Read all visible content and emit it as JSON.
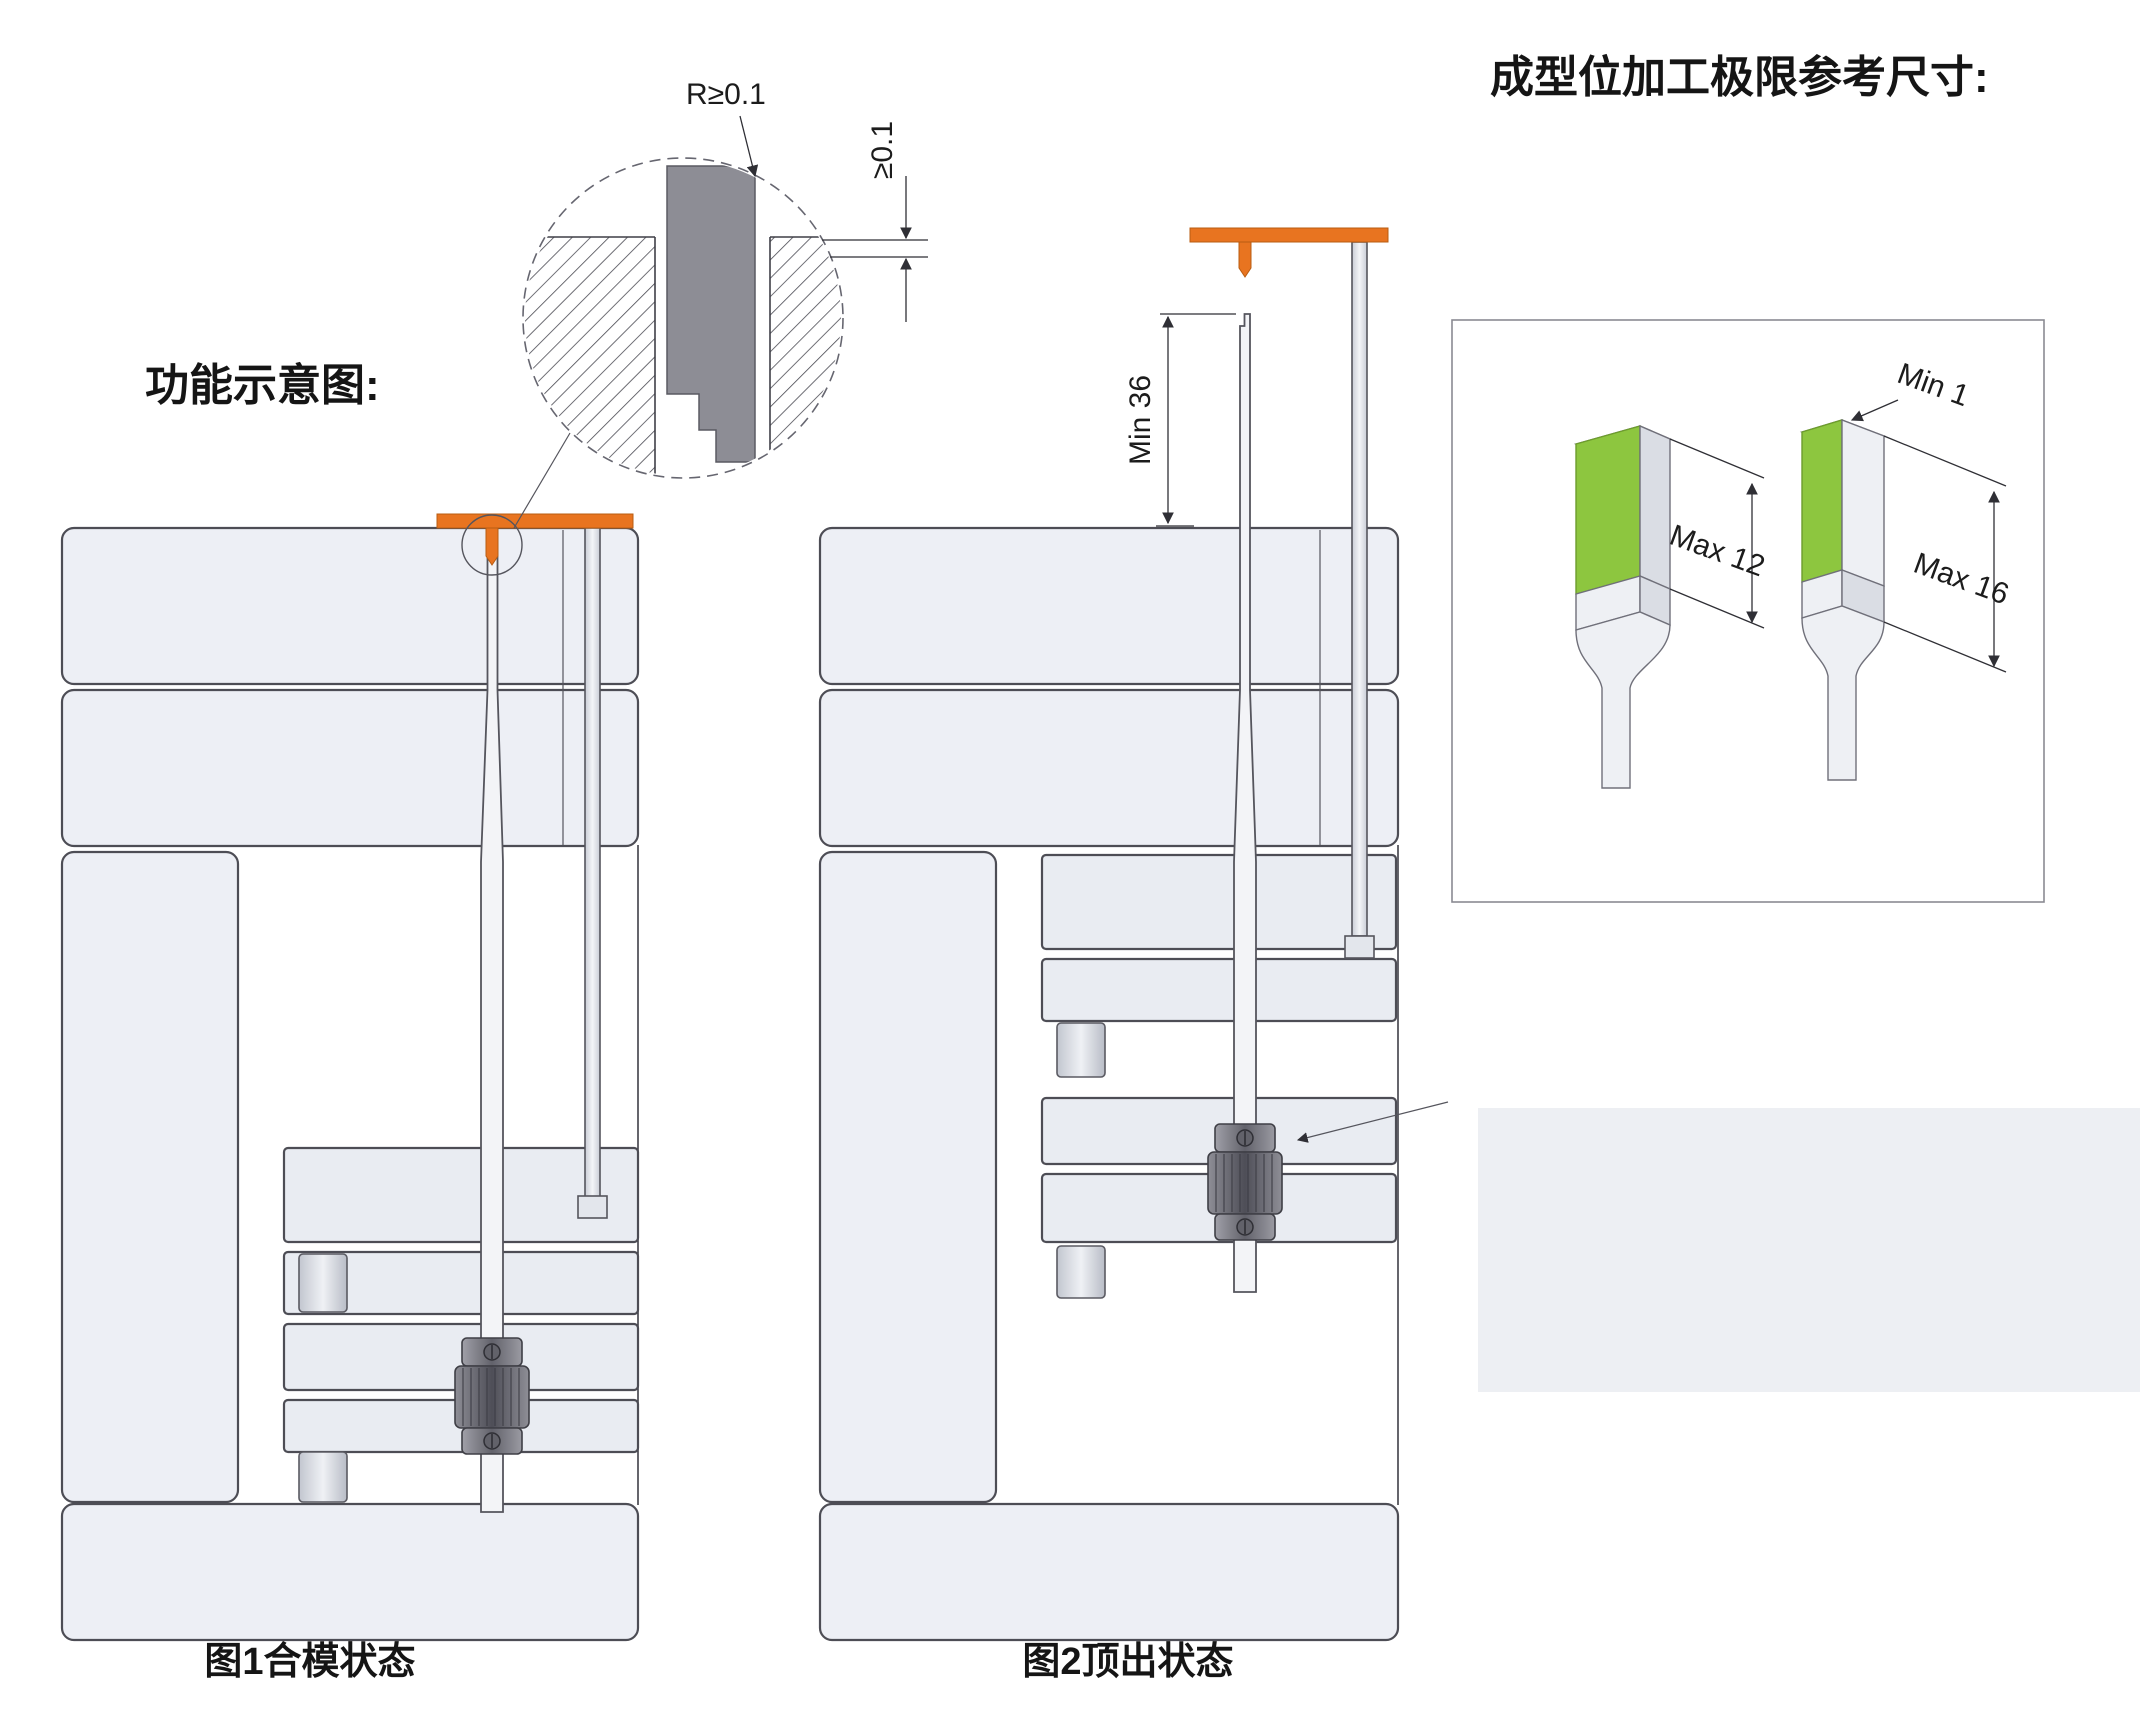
{
  "header": {
    "title": "成型位加工极限参考尺寸:",
    "function_label": "功能示意图:"
  },
  "detail_callout": {
    "radius_label": "R≥0.1",
    "clearance_label": "≥0.1"
  },
  "figure1": {
    "caption": "图1合模状态"
  },
  "figure2": {
    "caption": "图2顶出状态",
    "dim_protrusion": "Min 36"
  },
  "reference_panel": {
    "dim_edge_min": "Min 1",
    "dim_face_max_left": "Max 12",
    "dim_face_max_right": "Max 16"
  },
  "colors": {
    "accent_orange": "#e87420",
    "highlight_green": "#8dc63f",
    "plate_fill": "#edeff5",
    "pin_gray": "#8d8d95",
    "line_dark": "#3f3f47"
  }
}
